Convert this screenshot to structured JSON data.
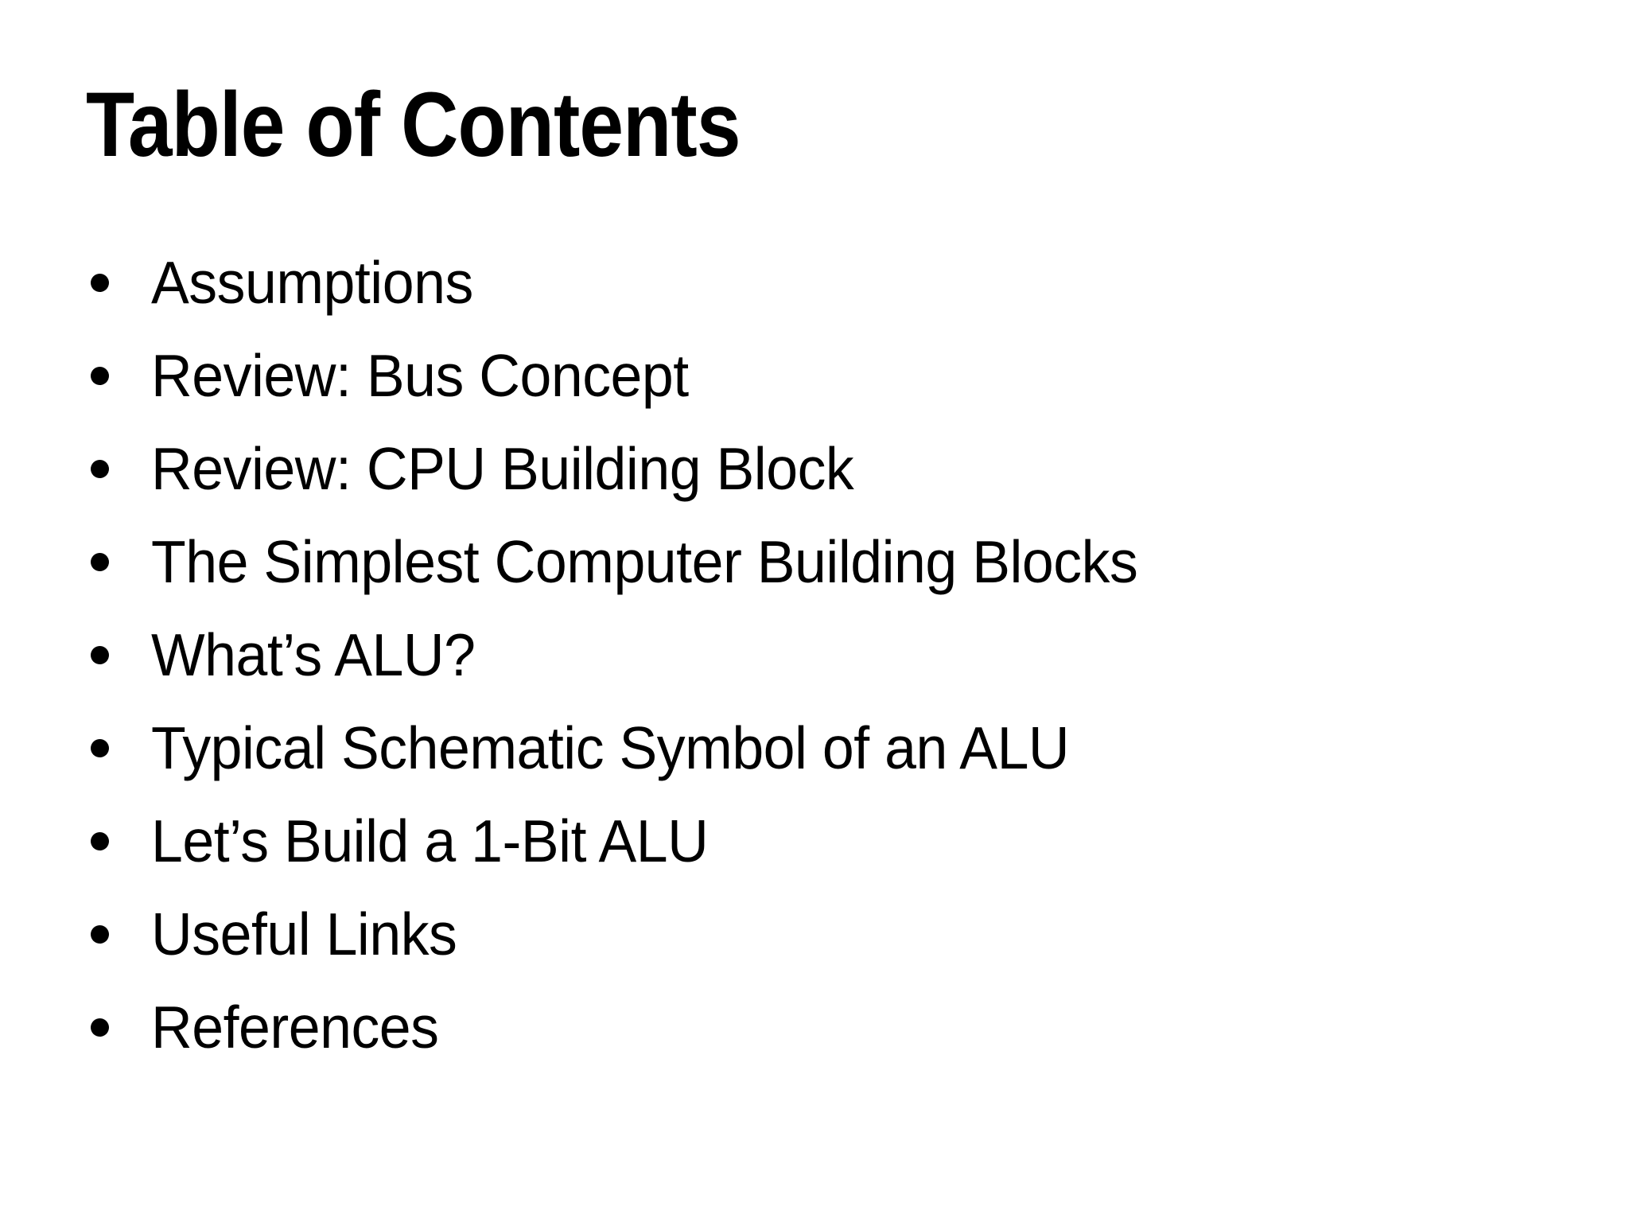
{
  "slide": {
    "title": "Table of Contents",
    "toc_items": [
      "Assumptions",
      "Review: Bus Concept",
      "Review: CPU Building Block",
      "The Simplest Computer Building Blocks",
      "What’s ALU?",
      "Typical Schematic Symbol of an ALU",
      "Let’s Build a 1-Bit ALU",
      "Useful Links",
      "References"
    ],
    "colors": {
      "background": "#ffffff",
      "text": "#000000",
      "bullet": "#000000"
    }
  }
}
